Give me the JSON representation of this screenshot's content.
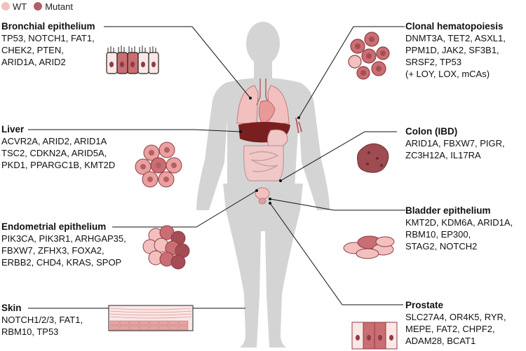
{
  "legend": {
    "wt": "WT",
    "mutant": "Mutant"
  },
  "colors": {
    "wt": "#f2c0bf",
    "mutant": "#b55e64",
    "body": "#d4d4d4",
    "line": "#111111"
  },
  "tissues": {
    "bronchial": {
      "title": "Bronchial epithelium",
      "genes": [
        "TP53, NOTCH1, FAT1,",
        "CHEK2, PTEN,",
        "ARID1A, ARID2"
      ]
    },
    "liver": {
      "title": "Liver",
      "genes": [
        "ACVR2A, ARID2, ARID1A",
        "TSC2, CDKN2A, ARID5A,",
        "PKD1, PPARGC1B, KMT2D"
      ]
    },
    "endometrial": {
      "title": "Endometrial epithelium",
      "genes": [
        "PIK3CA, PIK3R1, ARHGAP35,",
        "FBXW7, ZFHX3, FOXA2,",
        "ERBB2, CHD4, KRAS, SPOP"
      ]
    },
    "skin": {
      "title": "Skin",
      "genes": [
        "NOTCH1/2/3, FAT1,",
        "RBM10, TP53"
      ]
    },
    "clonal": {
      "title": "Clonal hematopoiesis",
      "genes": [
        "DNMT3A, TET2, ASXL1,",
        "PPM1D, JAK2, SF3B1,",
        "SRSF2, TP53",
        "(+ LOY, LOX, mCAs)"
      ]
    },
    "colon": {
      "title": "Colon (IBD)",
      "genes": [
        "ARID1A, FBXW7, PIGR,",
        "ZC3H12A, IL17RA"
      ]
    },
    "bladder": {
      "title": "Bladder epithelium",
      "genes": [
        "KMT2D, KDM6A, ARID1A,",
        "RBM10, EP300,",
        "STAG2, NOTCH2"
      ]
    },
    "prostate": {
      "title": "Prostate",
      "genes": [
        "SLC27A4, OR4K5, RYR,",
        "MEPE, FAT2, CHPF2,",
        "ADAM28, BCAT1"
      ]
    }
  }
}
